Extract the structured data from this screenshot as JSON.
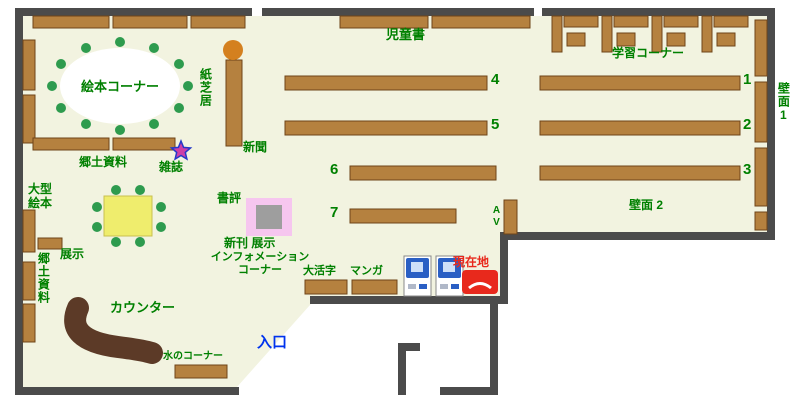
{
  "labels": {
    "children_books": "児童書",
    "study_corner": "学習コーナー",
    "wall_1": "壁面1",
    "wall_2": "壁面 2",
    "picture_book_corner": "絵本コーナー",
    "kamishibai": "紙芝居",
    "newspaper": "新聞",
    "magazine": "雑誌",
    "local_materials_top": "郷土資料",
    "large_picture_books": "大型\n絵本",
    "exhibit": "展示",
    "local_materials_left": "郷土資料",
    "book_review": "書評",
    "new_arrivals_exhibit": "新刊 展示",
    "information_corner": "インフォメーション\nコーナー",
    "av": "AV",
    "large_print": "大活字",
    "manga": "マンガ",
    "current_location": "現在地",
    "counter": "カウンター",
    "water_corner": "水のコーナー",
    "entrance": "入口"
  },
  "shelf_numbers": [
    "1",
    "2",
    "3",
    "4",
    "5",
    "6",
    "7"
  ],
  "colors": {
    "floor": "#f2f3e0",
    "wall": "#4b4b4b",
    "shelf": "#b5813f",
    "shelf_border": "#6e4418",
    "green": "#008000",
    "blue": "#0033ee",
    "marker_red": "#e8291c",
    "counter_brown": "#5c3a27",
    "table_yellow": "#efed6d",
    "chair_green": "#2e9b4e",
    "display_pink": "#f6c6ef",
    "display_gray": "#9e9e9e",
    "circle_orange": "#d4801f",
    "star_fill": "#cc3fa8",
    "star_stroke": "#2438c8",
    "kiosk_blue": "#2a5fc4"
  }
}
